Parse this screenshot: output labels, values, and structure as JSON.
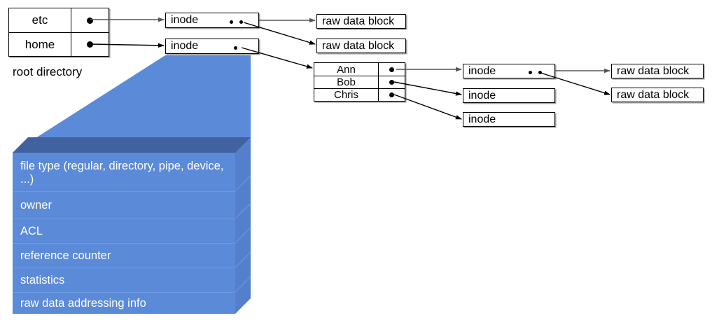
{
  "diagram": {
    "title": "unix-inode-filesystem-diagram",
    "root_directory": {
      "caption": "root directory",
      "entries": [
        {
          "name": "etc",
          "pointer": "pointer-dot"
        },
        {
          "name": "home",
          "pointer": "pointer-dot"
        }
      ]
    },
    "home_directory": {
      "entries": [
        {
          "name": "Ann",
          "pointer": "pointer-dot"
        },
        {
          "name": "Bob",
          "pointer": "pointer-dot"
        },
        {
          "name": "Chris",
          "pointer": "pointer-dot"
        }
      ]
    },
    "inodes": [
      {
        "id": "inode-etc",
        "label": "inode",
        "dots": 2
      },
      {
        "id": "inode-home",
        "label": "inode",
        "dots": 1
      },
      {
        "id": "inode-ann",
        "label": "inode",
        "dots": 2
      },
      {
        "id": "inode-bob",
        "label": "inode",
        "dots": 0
      },
      {
        "id": "inode-chris",
        "label": "inode",
        "dots": 0
      }
    ],
    "raw_data_blocks": [
      {
        "id": "raw-etc-1",
        "label": "raw data block"
      },
      {
        "id": "raw-etc-2",
        "label": "raw data block"
      },
      {
        "id": "raw-ann-1",
        "label": "raw data block"
      },
      {
        "id": "raw-ann-2",
        "label": "raw data block"
      }
    ],
    "inode_detail": {
      "fields": [
        "file type (regular, directory, pipe, device, ...)",
        "owner",
        "ACL",
        "reference counter",
        "statistics",
        "raw data addressing info"
      ]
    },
    "colors": {
      "block_front": "#5b8ad9",
      "block_top": "#41629f",
      "block_side": "#5480cb",
      "block_text": "#ffffff",
      "wedge": "#5b8ad9",
      "box_border": "#000000",
      "box_shadow": "#9a9a9a",
      "arrow": "#000000"
    }
  }
}
